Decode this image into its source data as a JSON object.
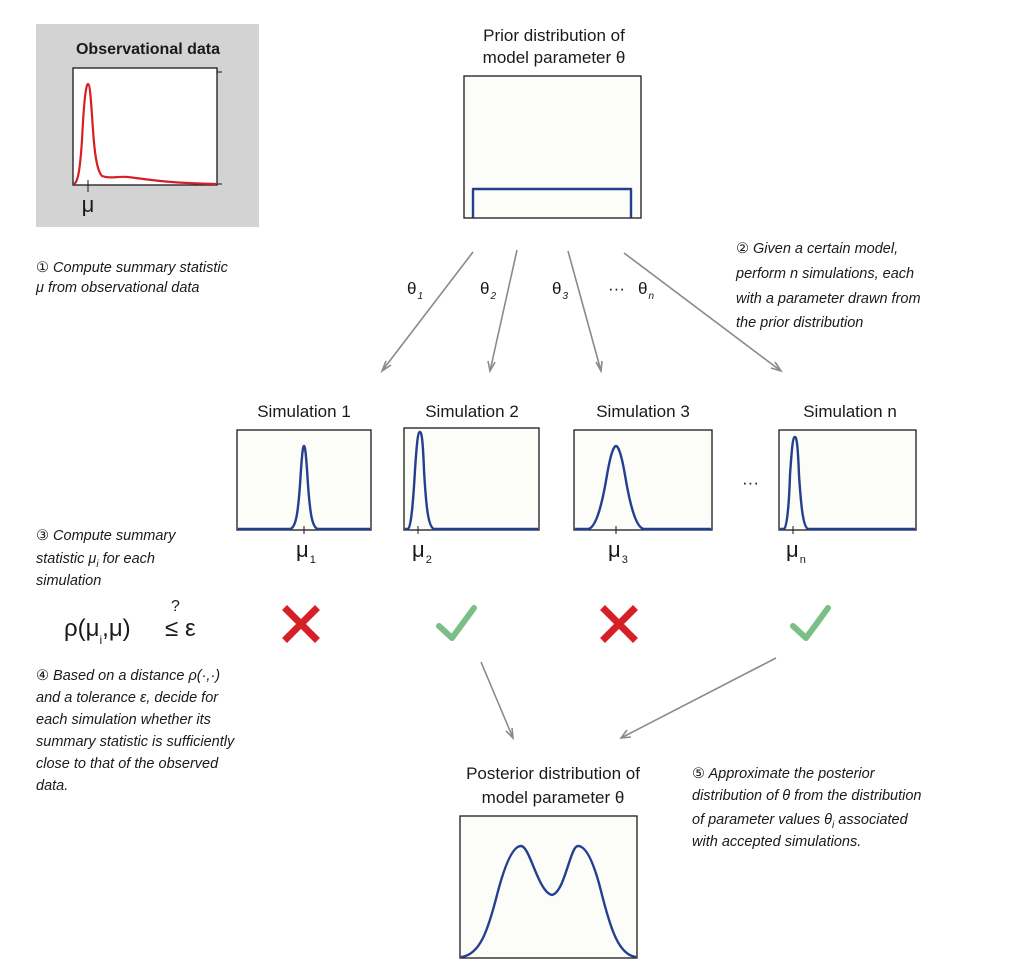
{
  "observational": {
    "title": "Observational data",
    "mu_label": "μ"
  },
  "prior": {
    "title_line1": "Prior distribution of",
    "title_line2": "model parameter θ"
  },
  "posterior": {
    "title_line1": "Posterior distribution of",
    "title_line2": "model parameter θ"
  },
  "steps": {
    "s1": [
      "① Compute summary statistic",
      "μ from observational data"
    ],
    "s2": [
      "② Given a certain model,",
      "perform n simulations, each",
      "with a parameter drawn from",
      "the prior distribution"
    ],
    "s3": {
      "line1": "③ Compute summary",
      "line2_pre": "statistic μ",
      "line2_sub": "i",
      "line2_post": " for each",
      "line3": "simulation"
    },
    "s4": [
      "④ Based on a distance ρ(·,·)",
      "and a tolerance ε, decide for",
      "each simulation whether its",
      "summary statistic is sufficiently",
      "close to that of the observed",
      "data."
    ],
    "s5": {
      "line1": "⑤ Approximate the posterior",
      "line2": "distribution of θ from the distribution",
      "line3_pre": "of parameter values θ",
      "line3_sub": "i",
      "line3_post": " associated",
      "line4": "with accepted simulations."
    }
  },
  "thetas": [
    {
      "sym": "θ",
      "sub": "1"
    },
    {
      "sym": "θ",
      "sub": "2"
    },
    {
      "sym": "θ",
      "sub": "3"
    },
    {
      "sym": "θ",
      "sub": "n"
    }
  ],
  "theta_ellipsis": "···",
  "simulations": [
    {
      "title": "Simulation 1",
      "mu": "μ",
      "sub": "1",
      "accepted": false
    },
    {
      "title": "Simulation 2",
      "mu": "μ",
      "sub": "2",
      "accepted": true
    },
    {
      "title": "Simulation 3",
      "mu": "μ",
      "sub": "3",
      "accepted": false
    },
    {
      "title": "Simulation n",
      "mu": "μ",
      "sub": "n",
      "accepted": true
    }
  ],
  "sim_ellipsis": "···",
  "formula": {
    "main": "ρ(μ",
    "sub": "i",
    "rest": ",μ)",
    "q": "?",
    "le": "≤",
    "eps": "ε"
  },
  "colors": {
    "reject_mark": "#d42026",
    "accept_mark": "#7cbf86",
    "curve_blue": "#243f8f",
    "curve_red": "#d42026",
    "panel_gray": "#d3d3d3",
    "arrow_gray": "#8a8a8a"
  },
  "icons": {
    "reject": "cross-mark-icon",
    "accept": "check-mark-icon"
  }
}
